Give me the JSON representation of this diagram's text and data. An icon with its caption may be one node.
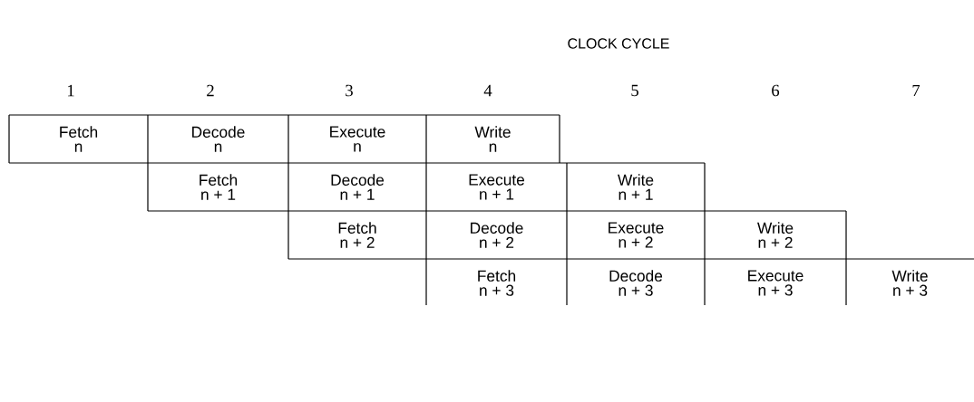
{
  "diagram": {
    "title": "CLOCK CYCLE",
    "nodes": [
      {
        "text": [
          "Fetch",
          "n"
        ]
      },
      {
        "text": [
          "Decode",
          "n"
        ]
      },
      {
        "text": [
          "Execute",
          "n"
        ]
      },
      {
        "text": [
          "Write",
          "n"
        ]
      },
      {
        "text": [
          "Fetch",
          "n + 1"
        ]
      },
      {
        "text": [
          "Decode",
          "n + 1"
        ]
      },
      {
        "text": [
          "Execute",
          "n + 1"
        ]
      },
      {
        "text": [
          "Write",
          "n + 1"
        ]
      },
      {
        "text": [
          "Fetch",
          "n + 2"
        ]
      },
      {
        "text": [
          "Decode",
          "n + 2"
        ]
      },
      {
        "text": [
          "Execute",
          "n + 2"
        ]
      },
      {
        "text": [
          "Write",
          "n + 2"
        ]
      },
      {
        "text": [
          "Fetch",
          "n + 3"
        ]
      },
      {
        "text": [
          "Decode",
          "n + 3"
        ]
      },
      {
        "text": [
          "Execute",
          "n + 3"
        ]
      },
      {
        "text": [
          "Write",
          "n + 3"
        ]
      }
    ],
    "labels": [
      "1",
      "2",
      "3",
      "4",
      "5",
      "6",
      "7"
    ]
  }
}
